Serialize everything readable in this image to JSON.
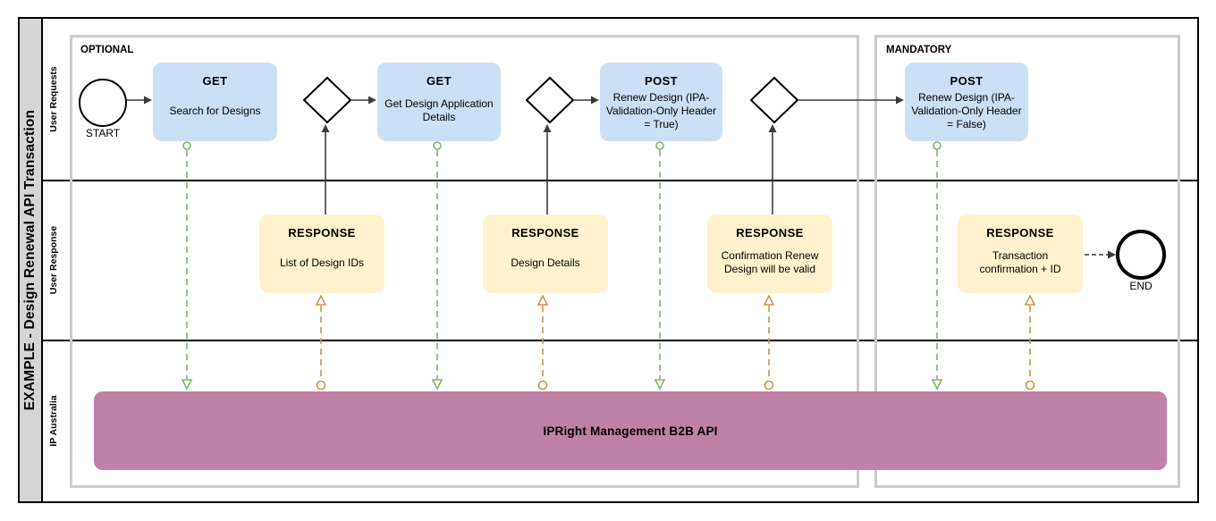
{
  "diagram_title": "EXAMPLE - Design Renewal API Transaction",
  "groups": {
    "optional_label": "OPTIONAL",
    "mandatory_label": "MANDATORY"
  },
  "lanes": [
    {
      "label": "User Requests"
    },
    {
      "label": "User Response"
    },
    {
      "label": "IP Australia"
    }
  ],
  "events": {
    "start_label": "START",
    "end_label": "END"
  },
  "requests": [
    {
      "method": "GET",
      "description": "Search for Designs"
    },
    {
      "method": "GET",
      "description": "Get Design Application Details"
    },
    {
      "method": "POST",
      "description": "Renew Design (IPA-Validation-Only Header = True)"
    },
    {
      "method": "POST",
      "description": "Renew Design (IPA-Validation-Only Header = False)"
    }
  ],
  "responses": [
    {
      "title": "RESPONSE",
      "description": "List of Design IDs"
    },
    {
      "title": "RESPONSE",
      "description": "Design Details"
    },
    {
      "title": "RESPONSE",
      "description": "Confirmation Renew Design will be valid"
    },
    {
      "title": "RESPONSE",
      "description": "Transaction confirmation + ID"
    }
  ],
  "api": {
    "label": "IPRight Management B2B API"
  },
  "colors": {
    "request_fill": "#cbe0f4",
    "response_fill": "#fff2cc",
    "api_fill": "#bf81a5",
    "group_border": "#cccccc",
    "titlebar_fill": "#d5d5d5",
    "request_flow": "#82b366",
    "response_flow": "#cc9547",
    "flow_line": "#3a3a3a"
  }
}
